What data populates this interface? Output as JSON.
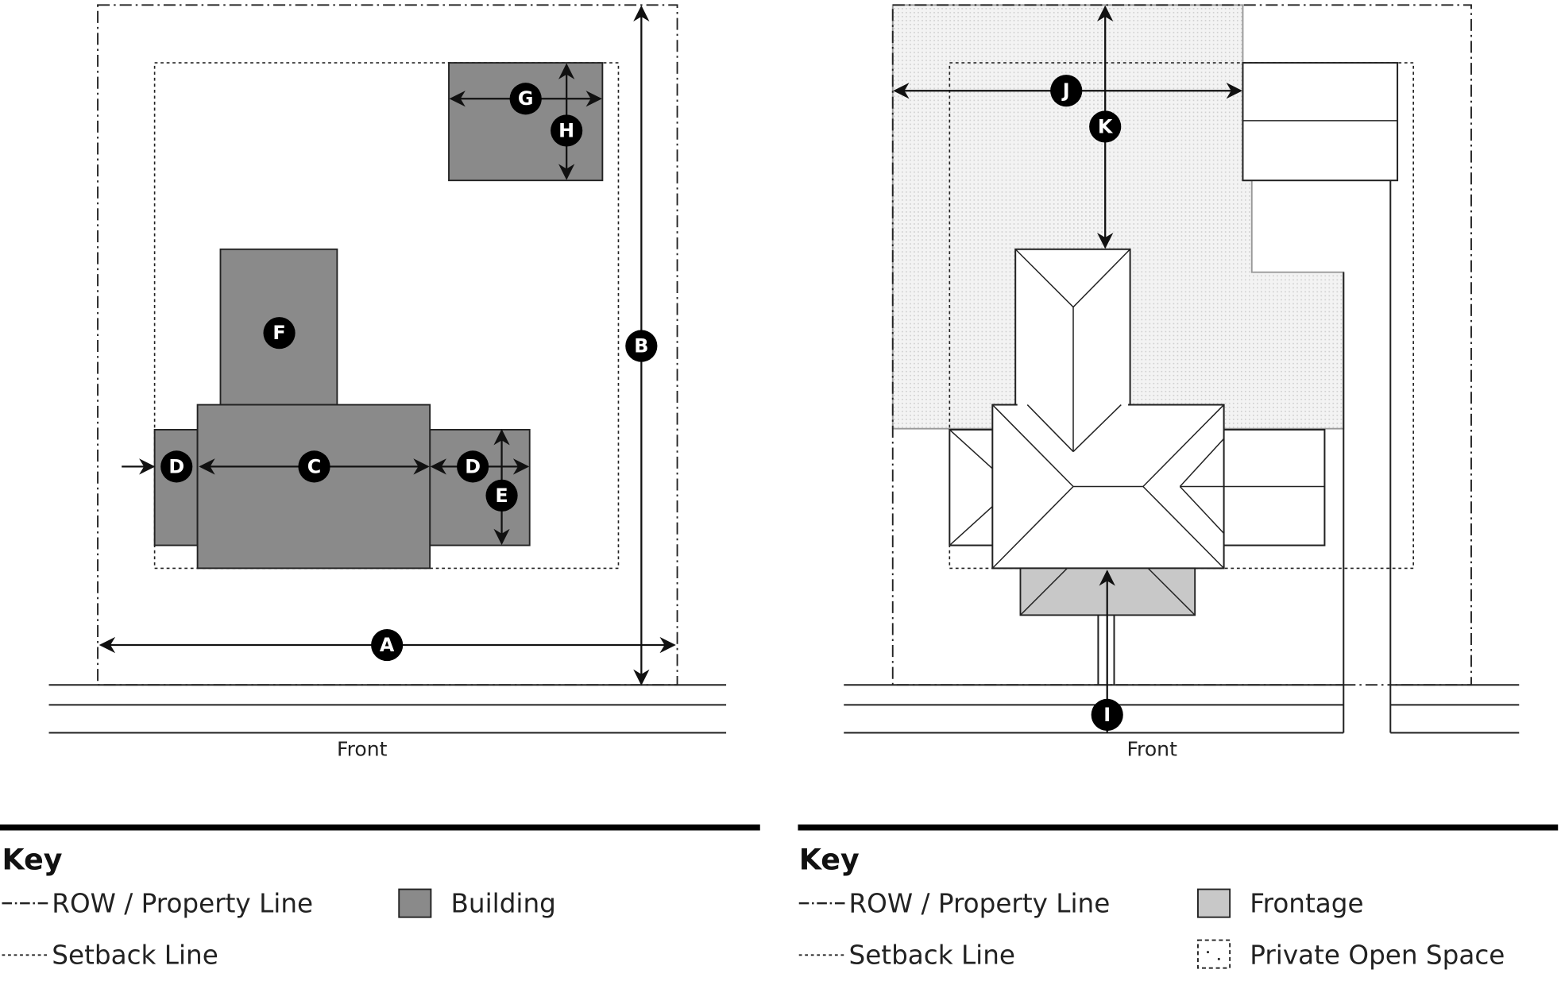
{
  "left_diagram": {
    "labels": [
      "A",
      "B",
      "C",
      "D",
      "D",
      "E",
      "F",
      "G",
      "H"
    ],
    "front_label": "Front"
  },
  "right_diagram": {
    "labels": [
      "I",
      "J",
      "K"
    ],
    "front_label": "Front"
  },
  "left_key": {
    "title": "Key",
    "items": [
      "ROW / Property Line",
      "Setback Line",
      "Building"
    ]
  },
  "right_key": {
    "title": "Key",
    "items": [
      "ROW / Property Line",
      "Setback Line",
      "Frontage",
      "Private Open Space"
    ]
  },
  "colors": {
    "building": "#8a8a8a",
    "frontage": "#c8c8c8",
    "open_space": "#ececec"
  }
}
